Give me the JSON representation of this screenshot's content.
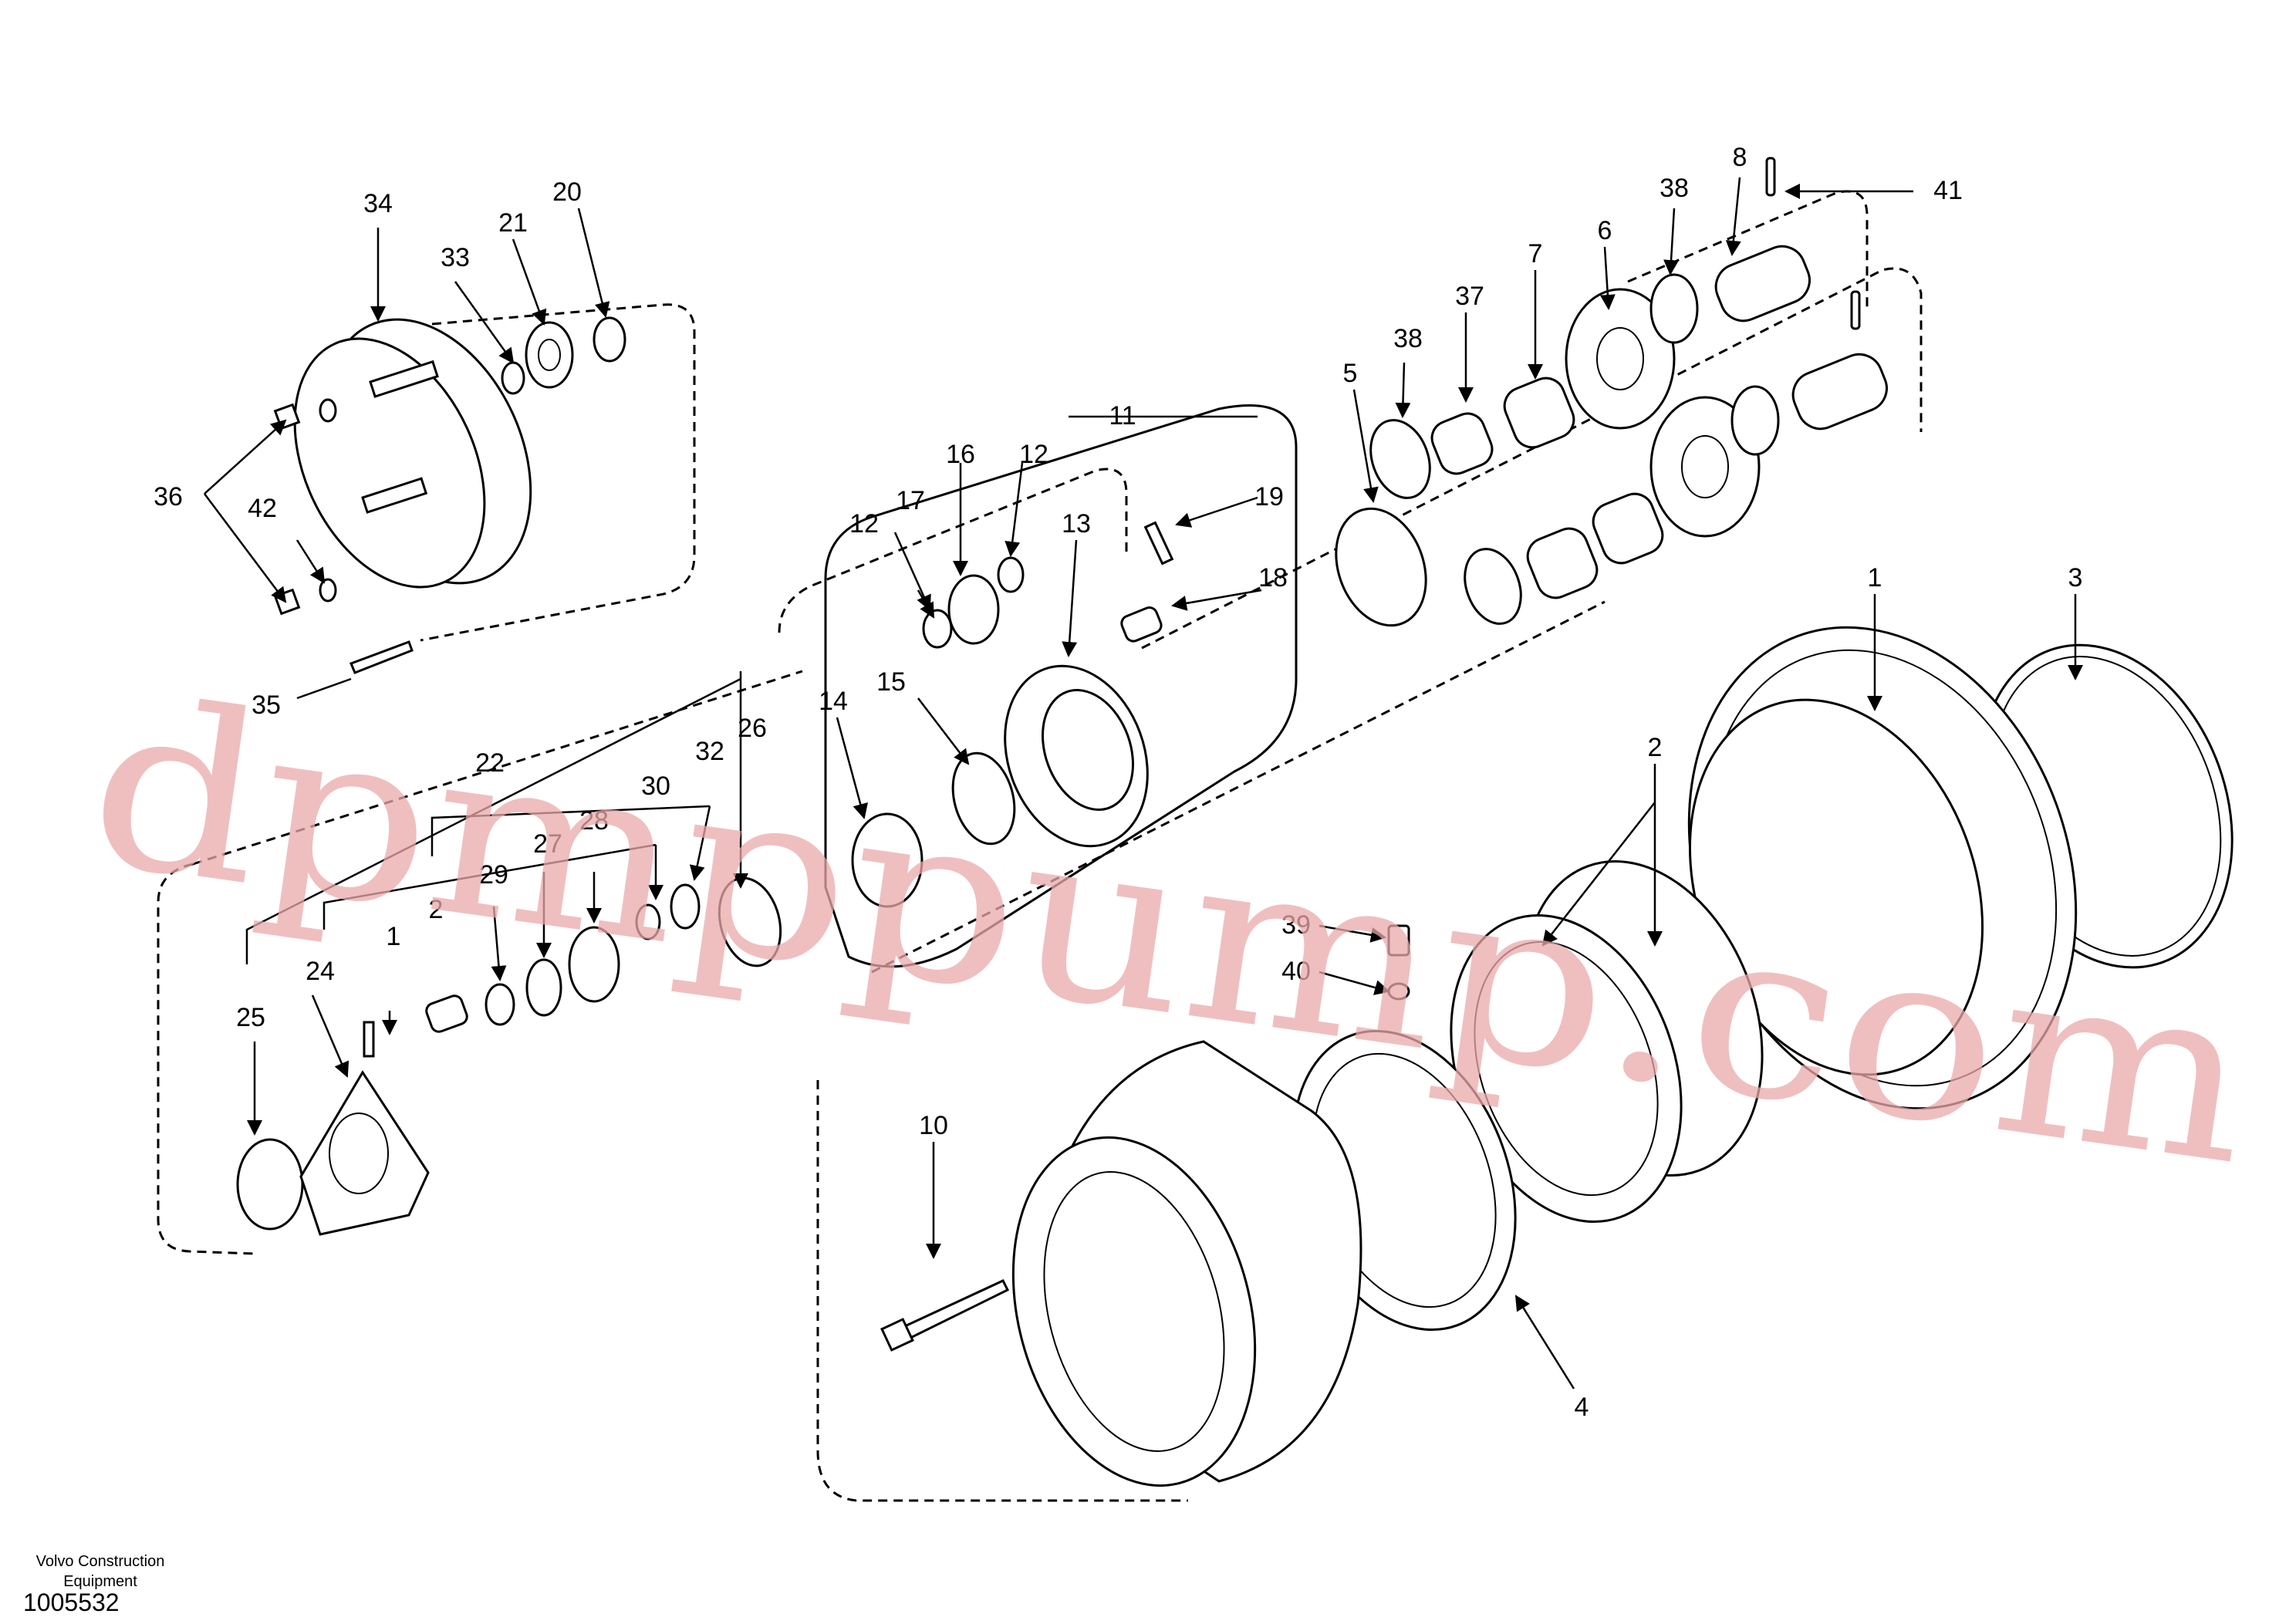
{
  "diagram": {
    "callouts": [
      "1",
      "2",
      "3",
      "4",
      "5",
      "6",
      "7",
      "8",
      "10",
      "11",
      "12",
      "12",
      "13",
      "14",
      "15",
      "16",
      "17",
      "18",
      "19",
      "20",
      "21",
      "22",
      "24",
      "25",
      "26",
      "27",
      "28",
      "29",
      "30",
      "32",
      "33",
      "34",
      "35",
      "36",
      "37",
      "38",
      "38",
      "39",
      "40",
      "41",
      "42",
      "2",
      "1"
    ],
    "watermark": "dpmppump.com",
    "footer": {
      "company_line1": "Volvo Construction",
      "company_line2": "Equipment",
      "drawing_number": "1005532"
    }
  }
}
